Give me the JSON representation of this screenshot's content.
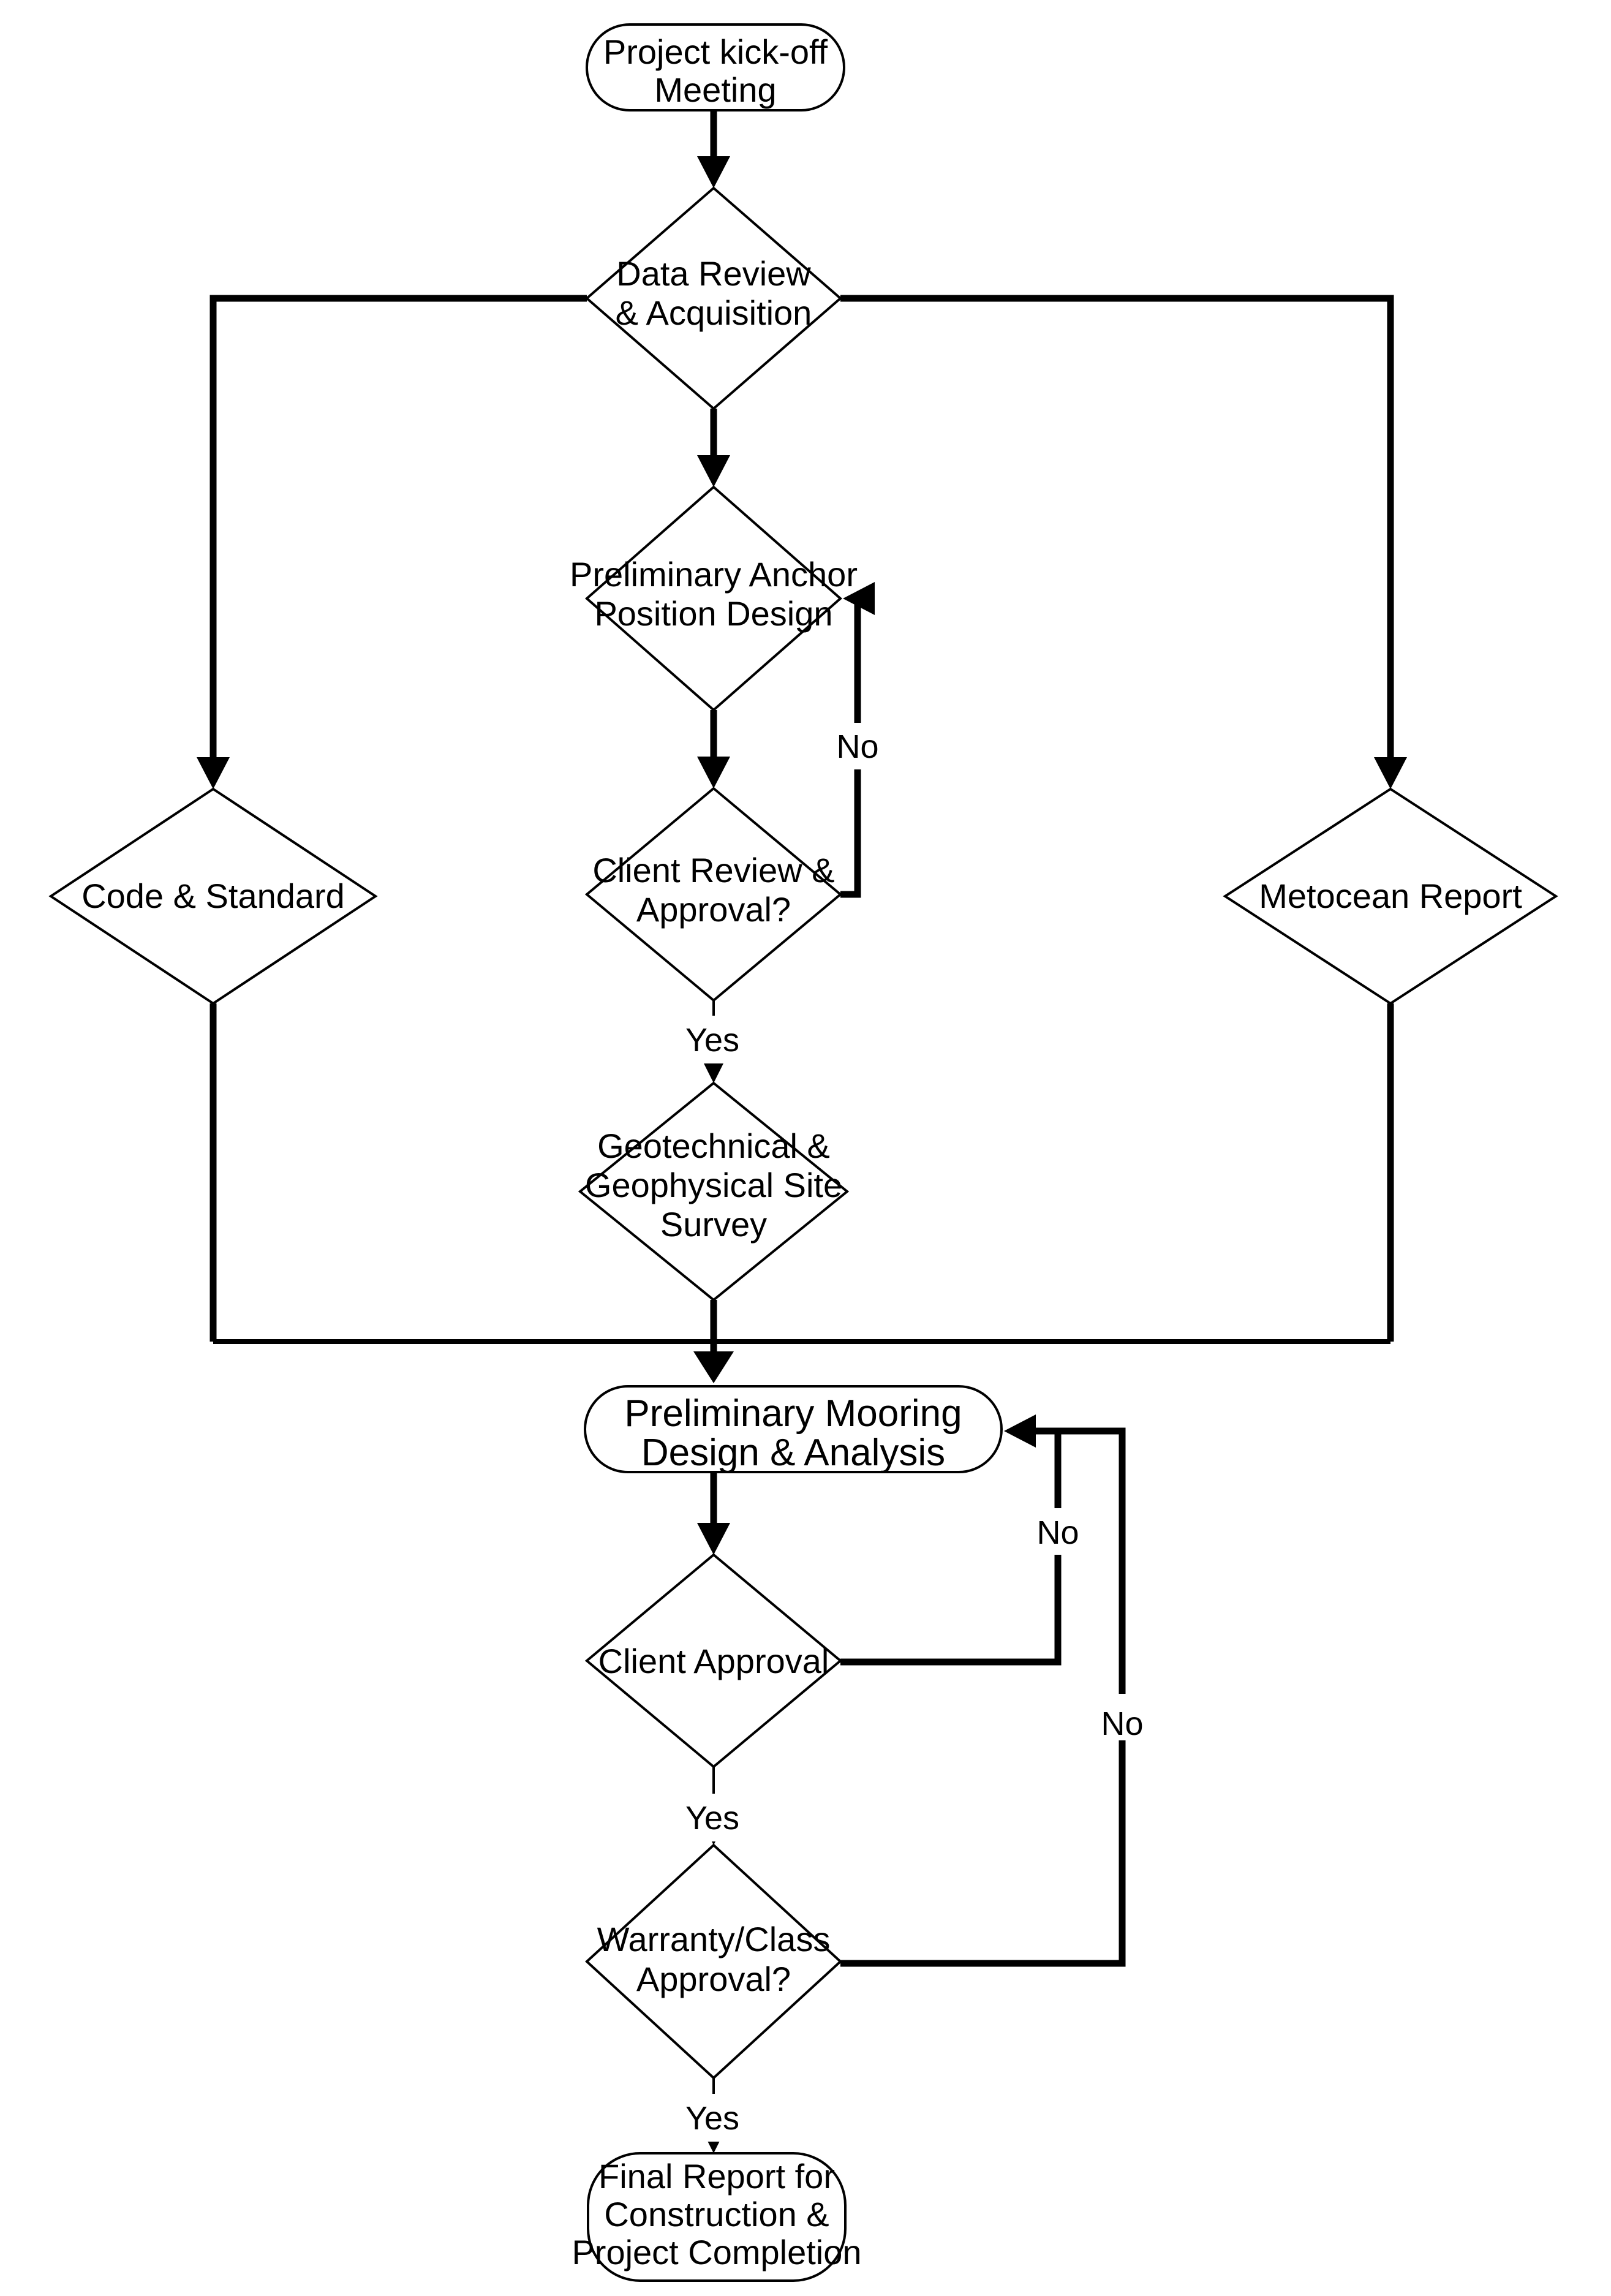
{
  "diagram": {
    "background_color": "#ffffff",
    "line_color": "#000000",
    "nodes": {
      "kickoff": {
        "type": "terminator",
        "lines": [
          "Project kick-off",
          "Meeting"
        ]
      },
      "data_review": {
        "type": "decision",
        "lines": [
          "Data Review",
          "& Acquisition"
        ]
      },
      "prelim_anchor": {
        "type": "decision",
        "lines": [
          "Preliminary Anchor",
          "Position Design"
        ]
      },
      "client_review": {
        "type": "decision",
        "lines": [
          "Client Review &",
          "Approval?"
        ]
      },
      "code_standard": {
        "type": "decision",
        "lines": [
          "Code & Standard"
        ]
      },
      "metocean": {
        "type": "decision",
        "lines": [
          "Metocean Report"
        ]
      },
      "geotech": {
        "type": "decision",
        "lines": [
          "Geotechnical &",
          "Geophysical Site",
          "Survey"
        ]
      },
      "prelim_mooring": {
        "type": "terminator",
        "lines": [
          "Preliminary Mooring",
          "Design & Analysis"
        ]
      },
      "client_approval": {
        "type": "decision",
        "lines": [
          "Client Approval"
        ]
      },
      "warranty": {
        "type": "decision",
        "lines": [
          "Warranty/Class",
          "Approval?"
        ]
      },
      "final_report": {
        "type": "terminator",
        "lines": [
          "Final Report for",
          "Construction &",
          "Project Completion"
        ]
      }
    },
    "edge_labels": {
      "no1": "No",
      "no2": "No",
      "no3": "No",
      "yes1": "Yes",
      "yes2": "Yes",
      "yes3": "Yes"
    }
  }
}
